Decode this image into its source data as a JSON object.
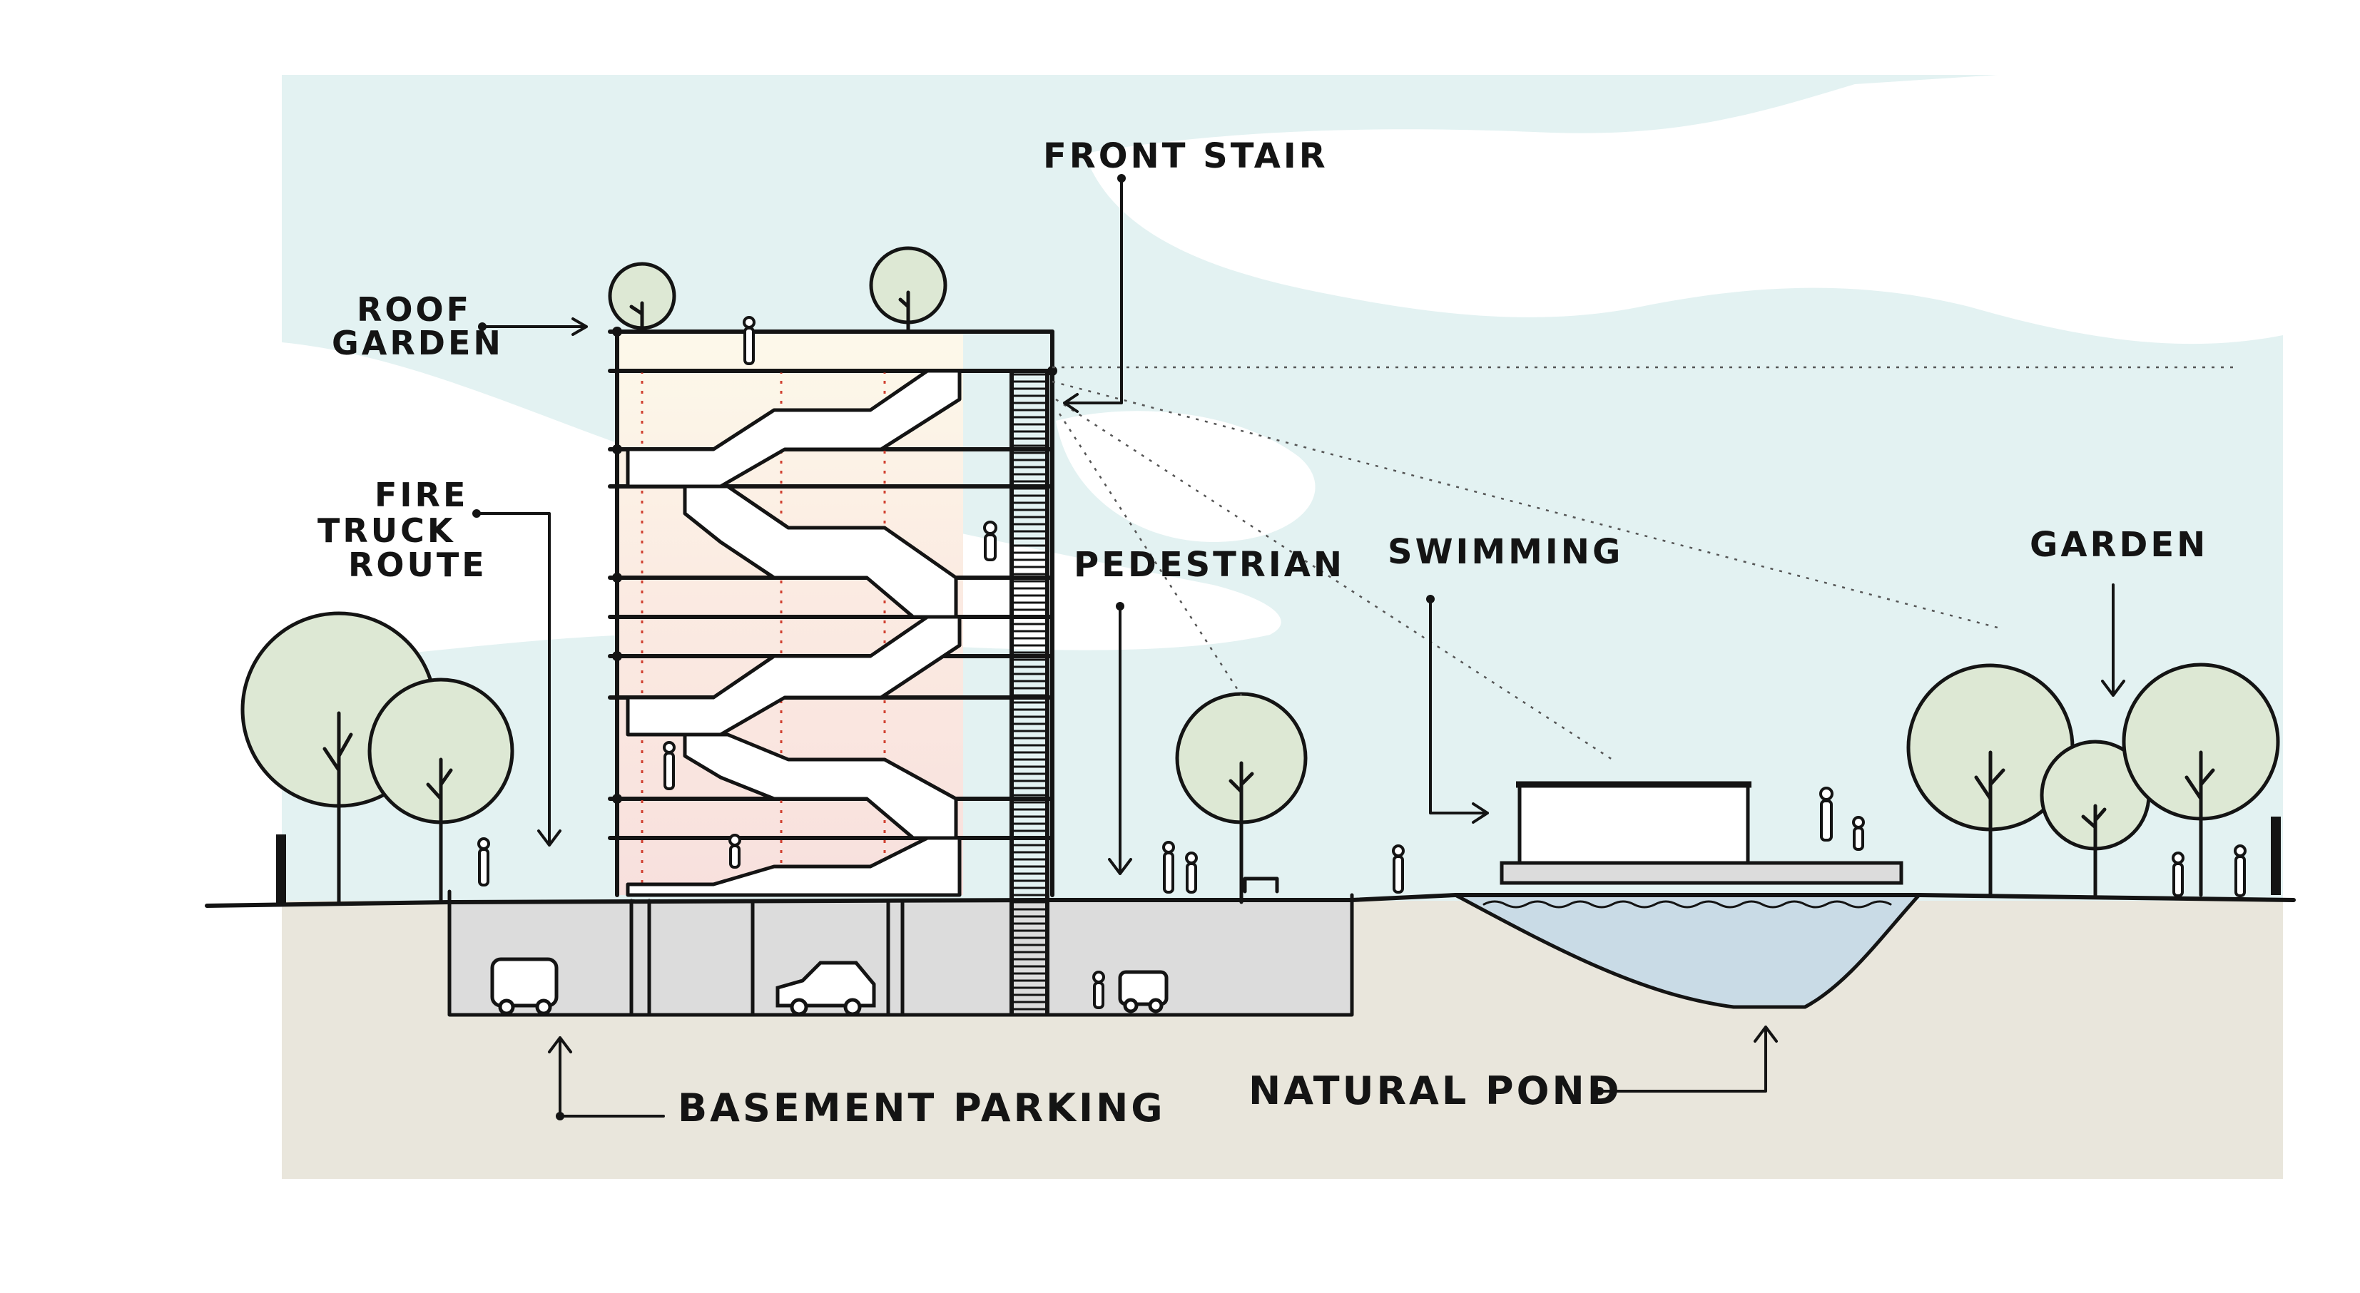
{
  "labels": {
    "front_stair": "FRONT STAIR",
    "roof_garden_line1": "ROOF",
    "roof_garden_line2": "GARDEN",
    "fire_line1": "FIRE",
    "fire_line2": "TRUCK",
    "fire_line3": "ROUTE",
    "pedestrian": "PEDESTRIAN",
    "swimming": "SWIMMING",
    "garden": "GARDEN",
    "basement_parking": "BASEMENT PARKING",
    "natural_pond": "NATURAL POND"
  },
  "colors": {
    "sky": "#e3f2f2",
    "cloud": "#ffffff",
    "ground": "#e9e6dc",
    "basement": "#dcdcdc",
    "pond": "#c9dbe6",
    "tree": "#dde8d4",
    "ink": "#141414",
    "building_upper": "#fdf8ea",
    "building_lower": "#f9e3e0"
  }
}
